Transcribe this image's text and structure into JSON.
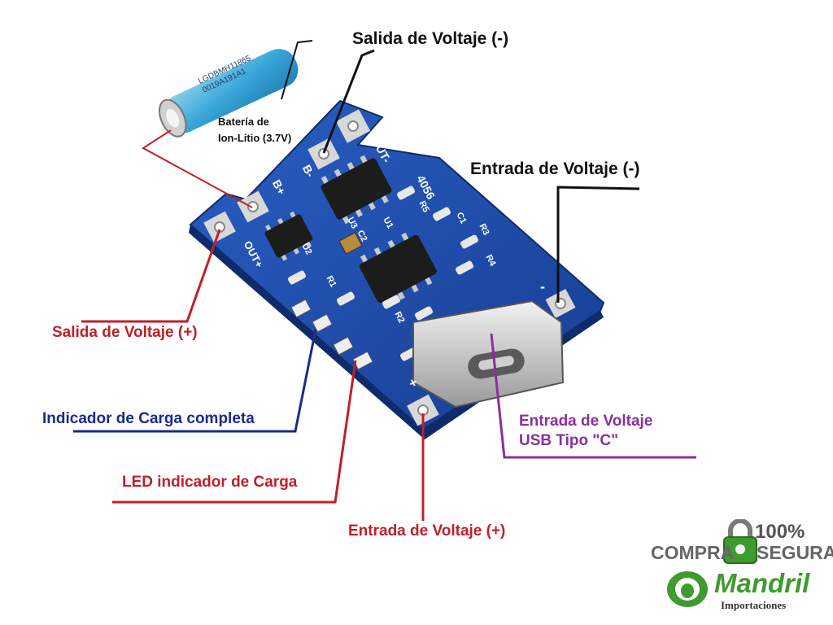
{
  "labels": {
    "salida_neg": "Salida de Voltaje (-)",
    "entrada_neg": "Entrada de Voltaje (-)",
    "bateria_line1": "Batería de",
    "bateria_line2": "Ion-Litio (3.7V)",
    "salida_pos": "Salida de Voltaje (+)",
    "indicador_completa": "Indicador de Carga completa",
    "led_carga": "LED indicador de Carga",
    "usb_line1": "Entrada de Voltaje",
    "usb_line2": "USB Tipo \"C\"",
    "entrada_pos": "Entrada de Voltaje (+)"
  },
  "board_silkscreen": {
    "out_neg": "OUT-",
    "b_neg": "B-",
    "b_pos": "B+",
    "out_pos": "OUT+",
    "model": "4056",
    "minus": "-",
    "plus": "+",
    "u1": "U1",
    "u2": "U2",
    "u3": "U3",
    "r1": "R1",
    "r2": "R2",
    "r3": "R3",
    "r4": "R4",
    "r5": "R5",
    "c1": "C1",
    "c2": "C2"
  },
  "battery_print": {
    "line1": "LGDBMH11865",
    "line2": "0019A191A1"
  },
  "badge": {
    "percent": "100%",
    "compra": "COMPRA",
    "segura": "SEGURA",
    "brand": "Mandril",
    "sub": "Importaciones"
  },
  "colors": {
    "pcb": "#1f4aa8",
    "black_label": "#111111",
    "red_label": "#c0202a",
    "blue_label": "#1b2a8c",
    "purple_label": "#8a2f9c",
    "badge_green": "#3f9a2f"
  }
}
